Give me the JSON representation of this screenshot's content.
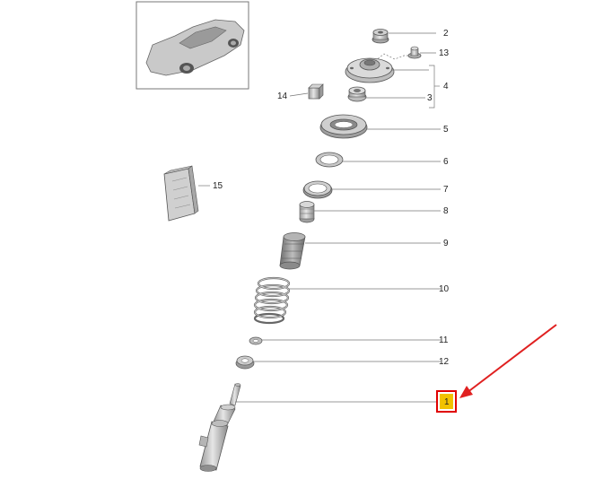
{
  "diagram": {
    "callouts": [
      {
        "id": "c2",
        "label": "2"
      },
      {
        "id": "c13",
        "label": "13"
      },
      {
        "id": "c4",
        "label": "4"
      },
      {
        "id": "c3",
        "label": "3"
      },
      {
        "id": "c14",
        "label": "14"
      },
      {
        "id": "c5",
        "label": "5"
      },
      {
        "id": "c6",
        "label": "6"
      },
      {
        "id": "c15",
        "label": "15"
      },
      {
        "id": "c7",
        "label": "7"
      },
      {
        "id": "c8",
        "label": "8"
      },
      {
        "id": "c9",
        "label": "9"
      },
      {
        "id": "c10",
        "label": "10"
      },
      {
        "id": "c11",
        "label": "11"
      },
      {
        "id": "c12",
        "label": "12"
      },
      {
        "id": "c1",
        "label": "1"
      }
    ],
    "highlight": {
      "label": "1",
      "fill_color": "#f2c200",
      "border_color": "#e00000",
      "arrow_color": "#e02020"
    },
    "part_color": "#d8d8d8",
    "stroke_color": "#555555"
  }
}
